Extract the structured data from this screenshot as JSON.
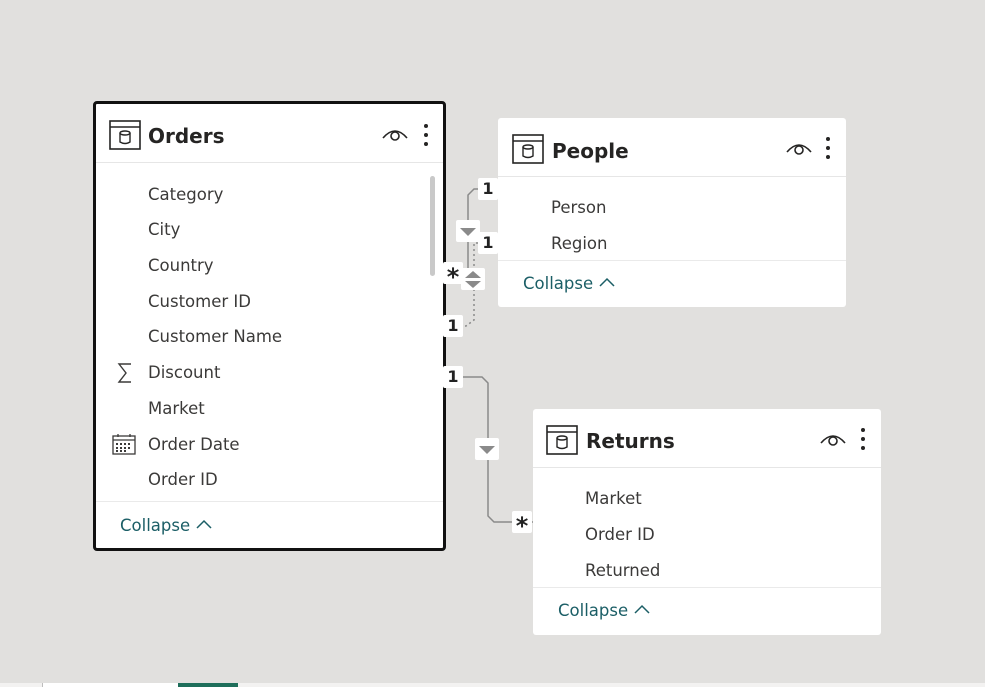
{
  "colors": {
    "canvas": "#e1e0de",
    "card": "#ffffff",
    "selected_border": "#111111",
    "link": "#1b5e66",
    "text": "#3b3a39",
    "active_tab": "#1e6e5a"
  },
  "tables": {
    "orders": {
      "title": "Orders",
      "icon": "table-icon",
      "fields": [
        {
          "label": "Category",
          "icon": ""
        },
        {
          "label": "City",
          "icon": ""
        },
        {
          "label": "Country",
          "icon": ""
        },
        {
          "label": "Customer ID",
          "icon": ""
        },
        {
          "label": "Customer Name",
          "icon": ""
        },
        {
          "label": "Discount",
          "icon": "sigma-icon"
        },
        {
          "label": "Market",
          "icon": ""
        },
        {
          "label": "Order Date",
          "icon": "calendar-icon"
        },
        {
          "label": "Order ID",
          "icon": ""
        }
      ],
      "collapse_label": "Collapse"
    },
    "people": {
      "title": "People",
      "icon": "table-icon",
      "fields": [
        {
          "label": "Person"
        },
        {
          "label": "Region"
        }
      ],
      "collapse_label": "Collapse"
    },
    "returns": {
      "title": "Returns",
      "icon": "table-icon",
      "fields": [
        {
          "label": "Market"
        },
        {
          "label": "Order ID"
        },
        {
          "label": "Returned"
        }
      ],
      "collapse_label": "Collapse"
    }
  },
  "relationships": {
    "people_orders_active": {
      "from_card": "1",
      "to_card": "*"
    },
    "people_orders_inactive": {
      "from_card": "1",
      "to_card": "1"
    },
    "orders_returns": {
      "from_card": "1",
      "to_card": "*"
    }
  }
}
